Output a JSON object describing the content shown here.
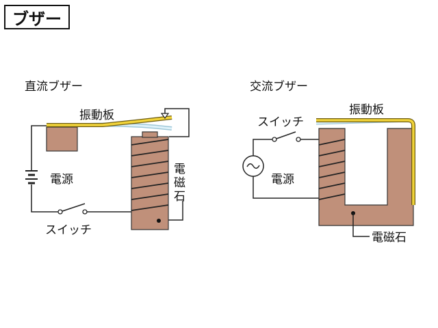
{
  "page_title": "ブザー",
  "dc": {
    "title": "直流ブザー",
    "vibrator": "振動板",
    "power": "電源",
    "switch": "スイッチ",
    "magnet_lines": [
      "電",
      "磁",
      "石"
    ]
  },
  "ac": {
    "title": "交流ブザー",
    "vibrator": "振動板",
    "power": "電源",
    "switch": "スイッチ",
    "magnet": "電磁石"
  },
  "colors": {
    "core": "#c0907a",
    "plate": "#f2d43a",
    "plate_bent": "#bfe4f2",
    "wire": "#222222"
  }
}
